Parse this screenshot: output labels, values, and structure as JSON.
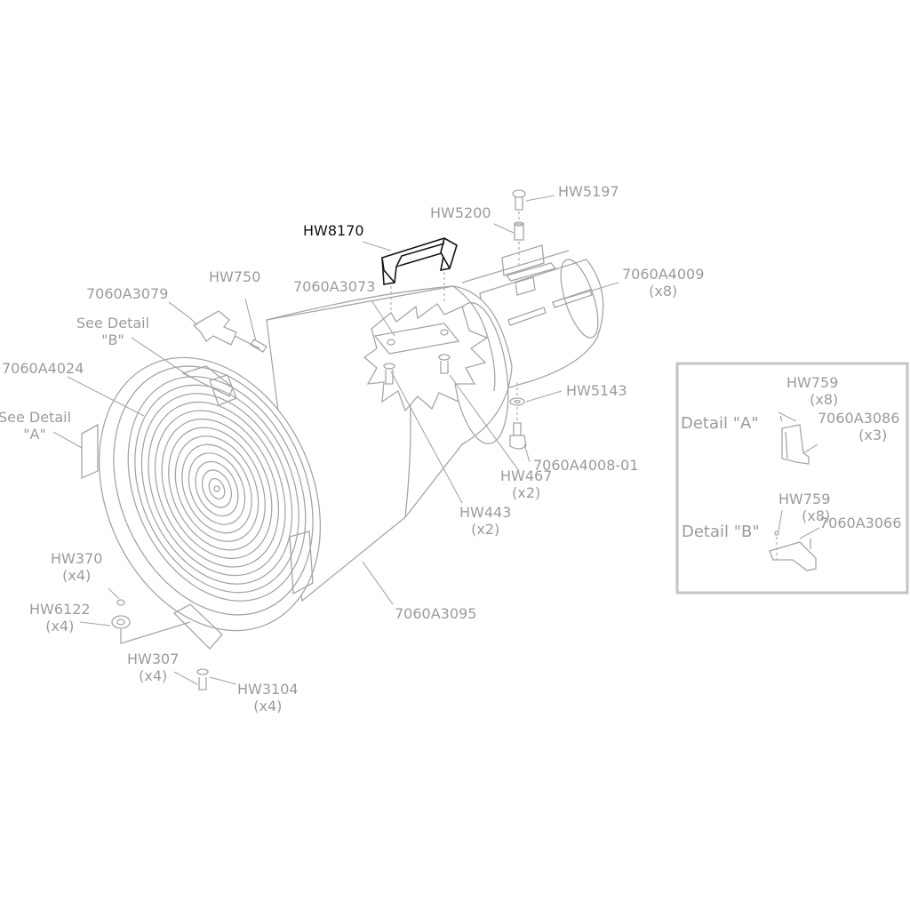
{
  "labels": {
    "hw5197": "HW5197",
    "hw5200": "HW5200",
    "hw8170": "HW8170",
    "a4009": "7060A4009",
    "a4009_qty": "(x8)",
    "hw750": "HW750",
    "a3073": "7060A3073",
    "a3079": "7060A3079",
    "see_b": "See Detail",
    "see_b_ref": "\"B\"",
    "a4024": "7060A4024",
    "see_a": "See Detail",
    "see_a_ref": "\"A\"",
    "hw5143": "HW5143",
    "a4008": "7060A4008-01",
    "hw467": "HW467",
    "hw467_qty": "(x2)",
    "hw443": "HW443",
    "hw443_qty": "(x2)",
    "hw370": "HW370",
    "hw370_qty": "(x4)",
    "hw6122": "HW6122",
    "hw6122_qty": "(x4)",
    "a3095": "7060A3095",
    "hw307": "HW307",
    "hw307_qty": "(x4)",
    "hw3104": "HW3104",
    "hw3104_qty": "(x4)"
  },
  "detail_box": {
    "detail_a": {
      "title": "Detail \"A\"",
      "hw759": "HW759",
      "hw759_qty": "(x8)",
      "part": "7060A3086",
      "part_qty": "(x3)"
    },
    "detail_b": {
      "title": "Detail \"B\"",
      "hw759": "HW759",
      "hw759_qty": "(x8)",
      "part": "7060A3066"
    }
  }
}
